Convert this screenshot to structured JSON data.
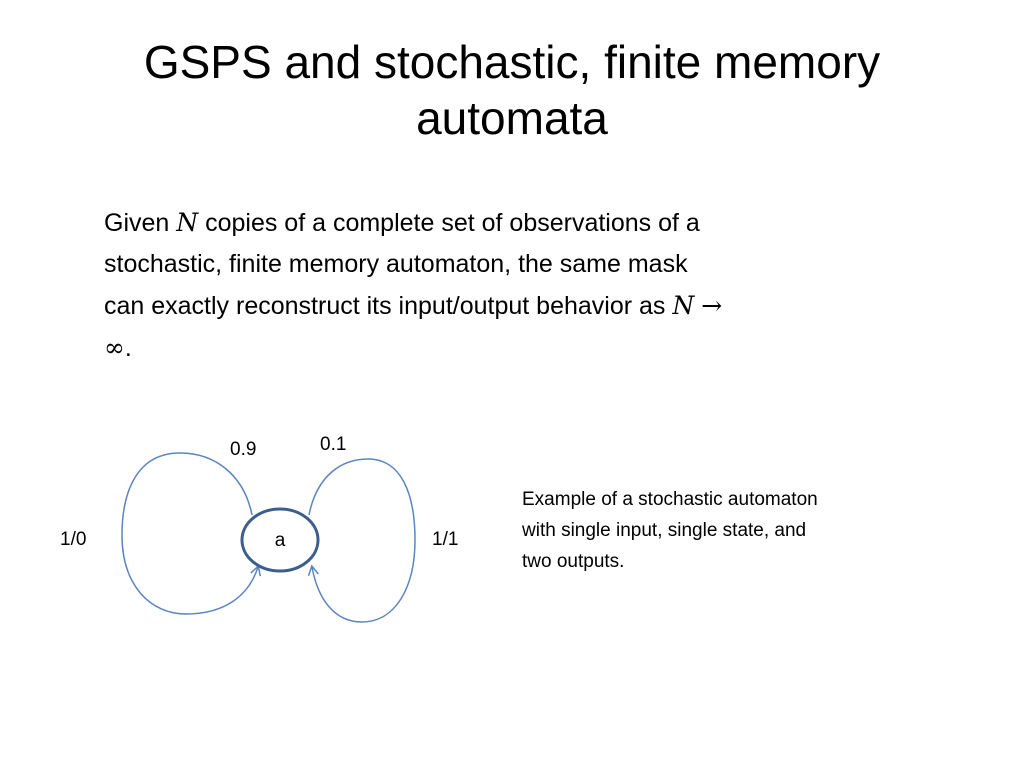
{
  "slide": {
    "title_line1": "GSPS and stochastic, finite memory",
    "title_line2": "automata",
    "body": {
      "l1_a": "Given ",
      "var_n": "N",
      "l1_b": " copies of a complete set of observations of a",
      "l2": "stochastic, finite memory automaton, the same mask",
      "l3_a": "can exactly reconstruct its input/output behavior as ",
      "arrow": "→",
      "infinity": "∞",
      "period": "."
    },
    "caption": {
      "line1": "Example of a stochastic automaton",
      "line2": "with single input, single state, and",
      "line3": "two outputs."
    }
  },
  "diagram": {
    "state_label": "a",
    "left_loop": {
      "io_label": "1/0",
      "probability": "0.9"
    },
    "right_loop": {
      "io_label": "1/1",
      "probability": "0.1"
    },
    "colors": {
      "state_stroke": "#3b5e8c",
      "loop_stroke": "#5b86bd",
      "text": "#000000"
    }
  }
}
